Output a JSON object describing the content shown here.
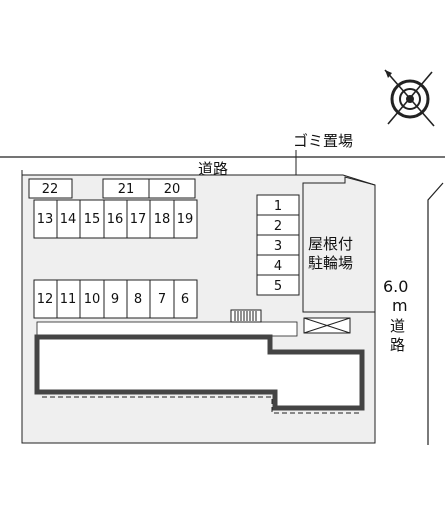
{
  "labels": {
    "road_top": "道路",
    "garbage": "ゴミ置場",
    "roof_line1": "屋根付",
    "roof_line2": "駐輪場",
    "road_width_num": "6.0",
    "road_width_unit": "m",
    "road_side_1": "道",
    "road_side_2": "路"
  },
  "parking_top_row": [
    "22",
    "21",
    "20"
  ],
  "parking_row2": [
    "13",
    "14",
    "15",
    "16",
    "17",
    "18",
    "19"
  ],
  "parking_row3": [
    "12",
    "11",
    "10",
    "9",
    "8",
    "7",
    "6"
  ],
  "parking_right_column": [
    "1",
    "2",
    "3",
    "4",
    "5"
  ],
  "icons": {
    "compass": "compass-rose-icon",
    "bike_shelter": "bicycle-shelter-cross-icon",
    "stairs": "stairs-icon"
  },
  "colors": {
    "lot_fill": "#efefef",
    "line": "#222222",
    "building_border": "#444444"
  }
}
